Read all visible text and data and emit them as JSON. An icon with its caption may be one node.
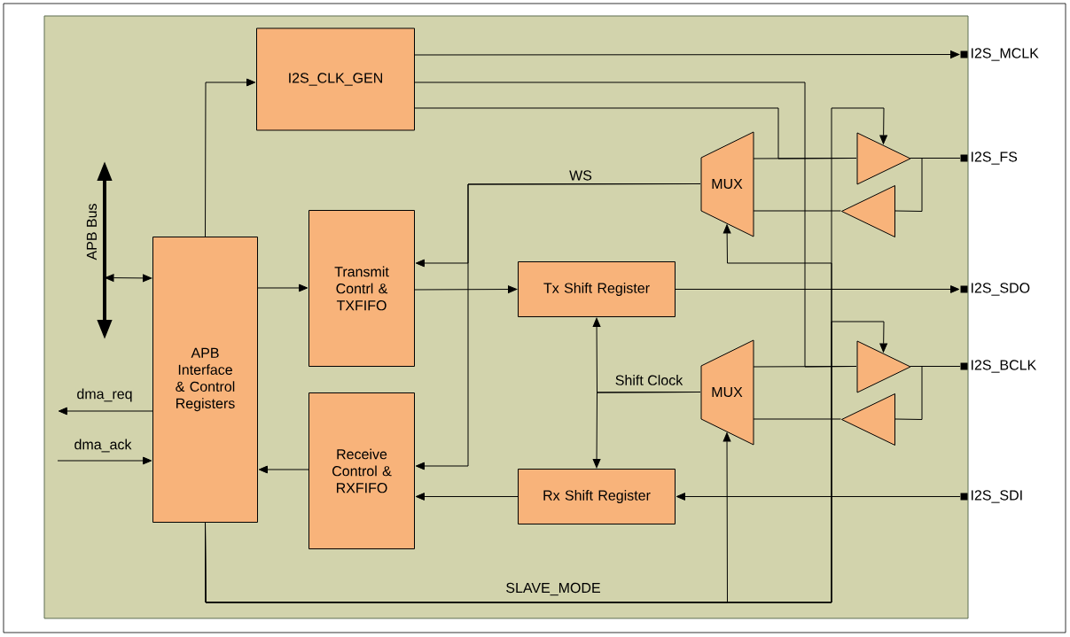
{
  "diagram": {
    "nodes": [
      {
        "text": [],
        "shape": "box"
      },
      {
        "text": [
          "I2S_CLK_GEN"
        ],
        "in": 0
      },
      {
        "text": [
          "APB Interface & Control Registers"
        ],
        "in": 0
      },
      {
        "text": [
          "Transmit Contrl & TXFIFO"
        ],
        "in": 0
      },
      {
        "text": [
          "Receive Control & RXFIFO"
        ],
        "in": 0
      },
      {
        "text": [
          "Tx Shift Register"
        ],
        "in": 0
      },
      {
        "text": [
          "Rx Shift Register"
        ],
        "in": 0
      },
      {
        "text": [
          "MUX"
        ],
        "in": 0
      },
      {
        "text": [
          "MUX"
        ],
        "in": 0
      },
      {
        "text": [],
        "shape": "triangle",
        "in": 0
      },
      {
        "text": [],
        "shape": "triangle",
        "in": 0
      },
      {
        "text": [],
        "shape": "triangle",
        "in": 0
      },
      {
        "text": [],
        "shape": "triangle",
        "in": 0
      },
      {
        "text": [
          "I2S_MCLK"
        ],
        "in": 0
      },
      {
        "text": [
          "I2S_FS"
        ],
        "in": 0
      },
      {
        "text": [
          "I2S_SDO"
        ],
        "in": 0
      },
      {
        "text": [
          "I2S_BCLK"
        ],
        "in": 0
      },
      {
        "text": [
          "I2S_SDI"
        ],
        "in": 0
      },
      {
        "text": [
          "APB Bus"
        ],
        "in": 0
      }
    ],
    "edges": [
      {
        "from": 18,
        "to": 2,
        "arrow": "both"
      },
      {
        "from": 2,
        "to": 1,
        "arrow": "to"
      },
      {
        "from": 2,
        "to": 3,
        "arrow": "to"
      },
      {
        "from": 4,
        "to": 2,
        "arrow": "to"
      },
      {
        "from": 2,
        "to": null,
        "arrow": "to",
        "label": "dma_req"
      },
      {
        "from": null,
        "to": 2,
        "arrow": "to",
        "label": "dma_ack"
      },
      {
        "from": 1,
        "to": 13,
        "arrow": "to"
      },
      {
        "from": 1,
        "to": 11,
        "arrow": "none"
      },
      {
        "from": 1,
        "to": 9,
        "arrow": "none"
      },
      {
        "from": 3,
        "to": 5,
        "arrow": "to"
      },
      {
        "from": 7,
        "to": 3,
        "arrow": "to",
        "label": "WS"
      },
      {
        "from": 7,
        "to": 4,
        "arrow": "to"
      },
      {
        "from": 5,
        "to": 15,
        "arrow": "to"
      },
      {
        "from": 8,
        "to": 5,
        "arrow": "to",
        "label": "Shift Clock"
      },
      {
        "from": 8,
        "to": 6,
        "arrow": "to"
      },
      {
        "from": 17,
        "to": 6,
        "arrow": "to"
      },
      {
        "from": 6,
        "to": 4,
        "arrow": "to"
      },
      {
        "from": 7,
        "to": 9,
        "arrow": "none"
      },
      {
        "from": 9,
        "to": 14,
        "arrow": "none"
      },
      {
        "from": 9,
        "to": 10,
        "arrow": "none"
      },
      {
        "from": 10,
        "to": 7,
        "arrow": "none"
      },
      {
        "from": 8,
        "to": 11,
        "arrow": "none"
      },
      {
        "from": 11,
        "to": 16,
        "arrow": "none"
      },
      {
        "from": 11,
        "to": 12,
        "arrow": "none"
      },
      {
        "from": 12,
        "to": 8,
        "arrow": "none"
      },
      {
        "from": 2,
        "to": 7,
        "arrow": "to",
        "label": "SLAVE_MODE"
      },
      {
        "from": 2,
        "to": 8,
        "arrow": "to"
      },
      {
        "from": 2,
        "to": 9,
        "arrow": "to"
      },
      {
        "from": 2,
        "to": 11,
        "arrow": "to"
      }
    ]
  }
}
